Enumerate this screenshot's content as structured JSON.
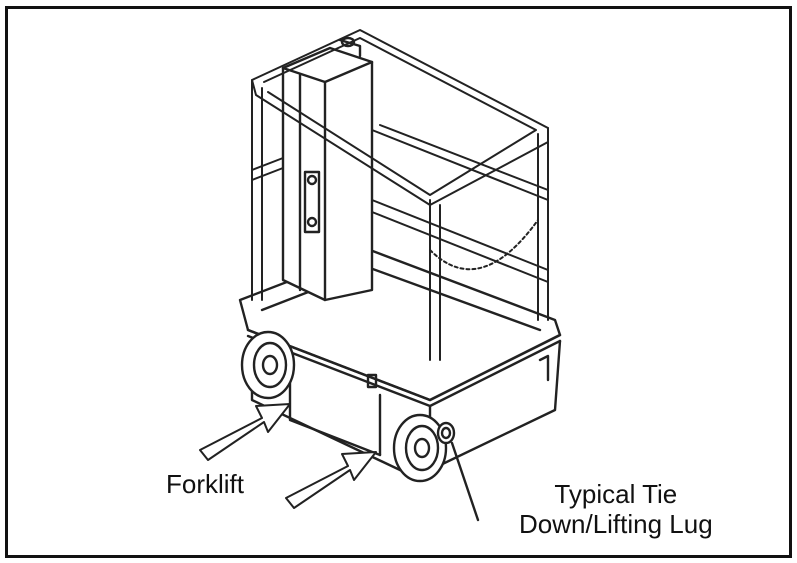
{
  "labels": {
    "forklift": "Forklift",
    "tie_down_line1": "Typical Tie",
    "tie_down_line2": "Down/Lifting Lug"
  },
  "icons": [
    "lift-platform-illustration",
    "arrow-icon"
  ],
  "colors": {
    "line": "#222222",
    "background": "#ffffff"
  }
}
